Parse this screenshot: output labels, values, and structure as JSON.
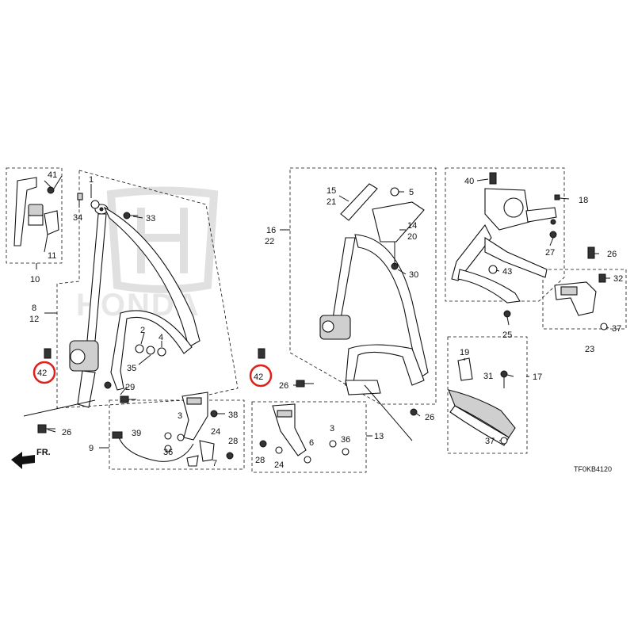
{
  "diagram": {
    "code": "TF0KB4120",
    "direction": "FR.",
    "highlight_color": "#e0201b",
    "callouts": [
      "1",
      "2",
      "3",
      "4",
      "5",
      "6",
      "7",
      "8",
      "9",
      "10",
      "11",
      "12",
      "13",
      "14",
      "15",
      "16",
      "17",
      "18",
      "19",
      "20",
      "21",
      "22",
      "23",
      "24",
      "25",
      "26",
      "27",
      "28",
      "29",
      "30",
      "31",
      "32",
      "33",
      "34",
      "35",
      "36",
      "37",
      "38",
      "39",
      "40",
      "41",
      "42",
      "43"
    ]
  }
}
